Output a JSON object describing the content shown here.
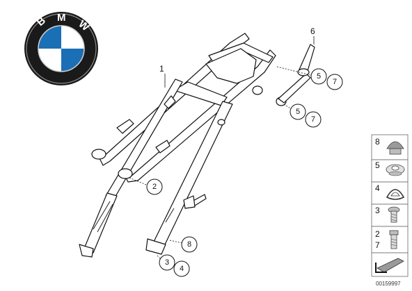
{
  "logo": {
    "letters": [
      "B",
      "M",
      "W"
    ],
    "colors": {
      "ring": "#1a1a1a",
      "blue": "#1b6fb5",
      "white": "#ffffff"
    }
  },
  "callouts": {
    "part1": "1",
    "part6": "6",
    "upper_5": "5",
    "upper_7": "7",
    "mid_5": "5",
    "mid_7": "7",
    "part2": "2",
    "part8": "8",
    "part3": "3",
    "part4": "4"
  },
  "legend": [
    {
      "label": "8",
      "icon": "cap-icon"
    },
    {
      "label": "5",
      "icon": "clip-nut-icon"
    },
    {
      "label": "4",
      "icon": "grommet-icon"
    },
    {
      "label": "3",
      "icon": "screw-icon"
    },
    {
      "label": "2\n7",
      "label_top": "2",
      "label_bottom": "7",
      "icon": "bolt-icon"
    }
  ],
  "reference_code": "00159997"
}
